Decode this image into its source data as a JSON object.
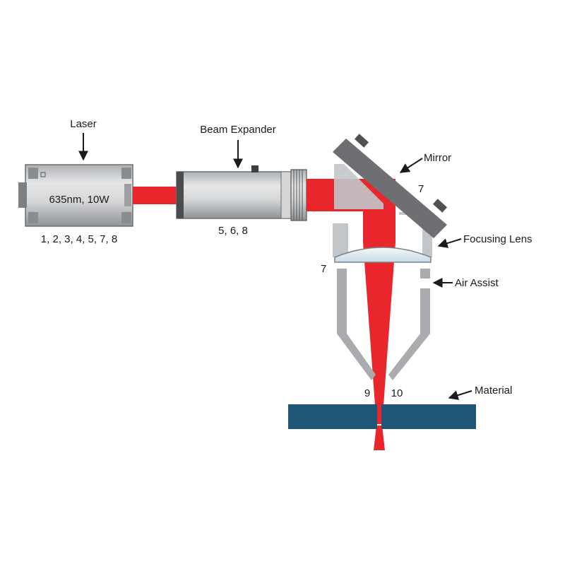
{
  "labels": {
    "laser": "Laser",
    "laser_spec": "635nm, 10W",
    "laser_refs": "1, 2, 3, 4, 5, 7, 8",
    "beam_expander": "Beam Expander",
    "expander_refs": "5, 6, 8",
    "mirror": "Mirror",
    "mirror_ref": "7",
    "focusing_lens": "Focusing Lens",
    "lens_ref": "7",
    "air_assist": "Air Assist",
    "material": "Material",
    "ref_9": "9",
    "ref_10": "10"
  },
  "colors": {
    "beam": "#e8262b",
    "housing": "#c3c6c9",
    "housing_edge": "#8e9295",
    "mirror": "#6d6f72",
    "nozzle": "#a9abae",
    "material": "#1f5678",
    "arrow": "#1a1a1a"
  }
}
